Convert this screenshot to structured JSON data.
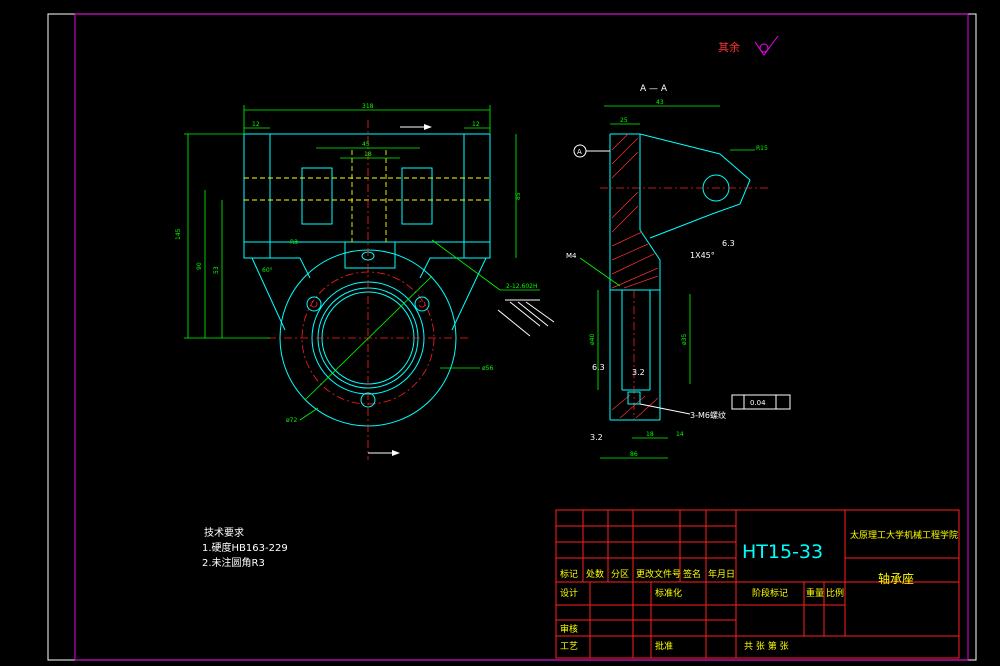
{
  "drawing": {
    "roughness_label": "其余",
    "section_label": "A — A",
    "section_marker": "A",
    "datum_label": "A",
    "tech_req": {
      "title": "技术要求",
      "line1": "1.硬度HB163-229",
      "line2": "2.未注圆角R3"
    },
    "dims_front": {
      "top": "318",
      "left_w": "12",
      "right_w": "12",
      "inner": "45",
      "inner2": "18",
      "v_left": "145",
      "v_mid": "90",
      "v_low": "53",
      "side_h": "85",
      "angle": "60°",
      "hole_r": "R3",
      "note_holes": "2-12.602H",
      "dia_inner": "ø56",
      "dia_outer": "ø72"
    },
    "dims_side": {
      "top": "43",
      "top2": "25",
      "r15": "R15",
      "m4": "M4",
      "chamfer": "1X45°",
      "rough63": "6.3",
      "rough32": "3.2",
      "rough63b": "6.3",
      "rough32b": "3.2",
      "dia40": "ø40",
      "dia35": "ø35",
      "tol": "0.04",
      "thread": "3-M6螺纹",
      "bottom": "86",
      "b2": "18",
      "b3": "14"
    },
    "title_block": {
      "material": "HT15-33",
      "school": "太原理工大学机械工程学院",
      "part_name": "轴承座",
      "h_mark": "标记",
      "h_count": "处数",
      "h_zone": "分区",
      "h_doc": "更改文件号",
      "h_sign": "签名",
      "h_date": "年月日",
      "h_design": "设计",
      "h_std": "标准化",
      "h_stage": "阶段标记",
      "h_weight": "重量",
      "h_scale": "比例",
      "h_check": "审核",
      "h_proc": "工艺",
      "h_approve": "批准",
      "h_sheets": "共  张  第  张"
    }
  }
}
